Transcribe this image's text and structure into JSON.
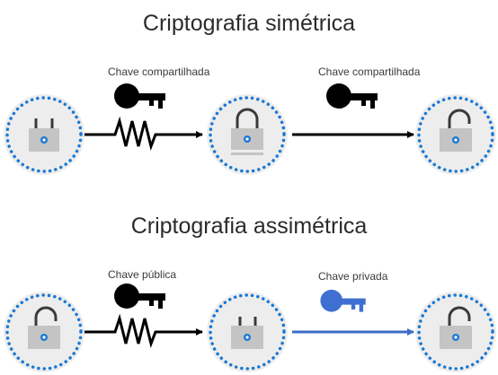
{
  "sections": {
    "symmetric": {
      "title": "Criptografia simétrica",
      "label_1": "Chave compartilhada",
      "label_2": "Chave compartilhada"
    },
    "asymmetric": {
      "title": "Criptografia assimétrica",
      "label_1": "Chave pública",
      "label_2": "Chave privada"
    }
  },
  "colors": {
    "dotted_ring": "#1a78d4",
    "node_fill": "#ededed",
    "lock_body": "#c4c4c4",
    "key_black": "#000000",
    "key_blue": "#3f6fd1",
    "blue_arrow": "#3c6ec8"
  },
  "icons": [
    "unlocked-padlock-icon",
    "locked-padlock-icon",
    "key-icon"
  ]
}
